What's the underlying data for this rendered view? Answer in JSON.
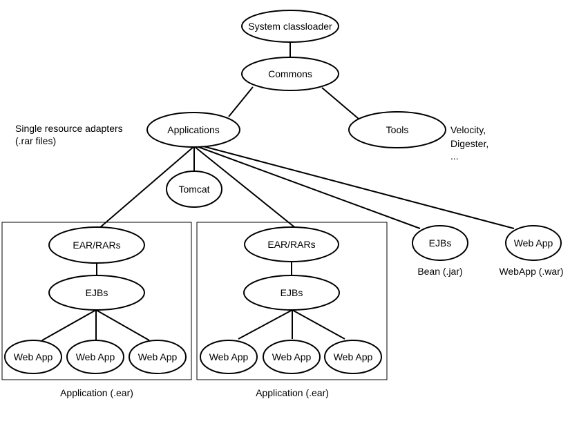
{
  "diagram": {
    "nodes": {
      "system_classloader": "System classloader",
      "commons": "Commons",
      "applications": "Applications",
      "tools": "Tools",
      "tomcat": "Tomcat",
      "ear_rars": "EAR/RARs",
      "ejbs": "EJBs",
      "web_app": "Web App"
    },
    "labels": {
      "resource_adapters_line1": "Single resource adapters",
      "resource_adapters_line2": "(.rar files)",
      "tools_examples_line1": "Velocity,",
      "tools_examples_line2": "Digester,",
      "tools_examples_line3": "...",
      "bean_jar": "Bean (.jar)",
      "webapp_war": "WebApp (.war)",
      "application_ear": "Application (.ear)"
    },
    "colors": {
      "background": "#ffffff",
      "node_fill": "#ffffff",
      "stroke": "#000000"
    }
  }
}
